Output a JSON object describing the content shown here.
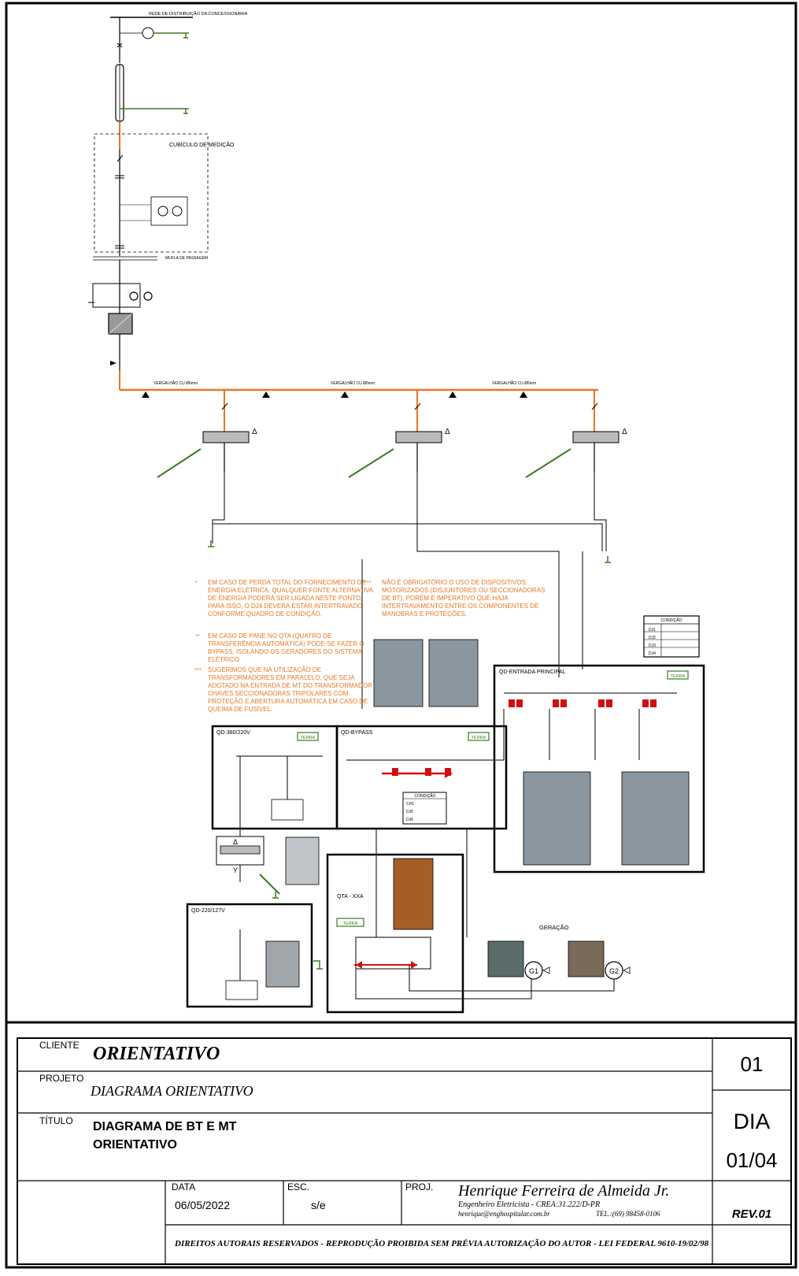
{
  "diagram": {
    "top_label": "REDE DE DISTRIBUIÇÃO DA CONCESSIONÁRIA",
    "cubicle_label": "CUBÍCULO DE MEDIÇÃO",
    "muffle_label": "MUFLA DE PASSAGEM",
    "busbar_label_1": "VERGALHÃO CU Ø6mm",
    "busbar_label_2": "VERGALHÃO CU Ø6mm",
    "busbar_label_3": "VERGALHÃO CU Ø6mm",
    "note_1_mark": "*",
    "note_1": "EM CASO DE PERDA TOTAL DO FORNECIMENTO DE ENERGIA ELÉTRICA, QUALQUER FONTE ALTERNATIVA DE ENERGIA PODERÁ SER LIGADA NESTE PONTO, PARA ISSO, O DJ4 DEVERÁ ESTAR INTERTRAVADO CONFORME QUADRO DE CONDIÇÃO.",
    "note_2_mark": "**",
    "note_2": "EM CASO DE PANE NO QTA (QUATRO DE TRANSFERÊNCIA AUTOMÁTICA) PODE-SE FAZER O BYPASS, ISOLANDO OS GERADORES DO SISTEMA ELÉTRICO",
    "note_3_mark": "***",
    "note_3": "SUGERIMOS QUE NA UTILIZAÇÃO DE TRANSFORMADORES EM PARALELO, QUE SEJA ADOTADO NA ENTRADA DE MT DO TRANSFORMADOR CHAVES SECCIONADORAS TRIPOLARES COM PROTEÇÃO E ABERTURA AUTOMÁTICA EM CASO DE QUEIMA DE FUSÍVEL.",
    "note_4_mark": "****",
    "note_4": "NÃO É OBRIGATÓRIO O USO DE DISPOSITIVOS MOTORIZADOS (DISJUNTORES OU SECCIONADORAS DE BT), PORÉM É IMPERATIVO QUE HAJA INTERTRAVAMENTO ENTRE OS COMPONENTES DE MANOBRAS E PROTEÇÕES.",
    "condition_title": "CONDIÇÃO",
    "condition_rows": [
      "DJ1",
      "DJ2",
      "DJ3",
      "DJ4"
    ],
    "condition_title_2": "CONDIÇÃO",
    "condition_rows_2": [
      "CH1",
      "DJ5",
      "DJ6"
    ],
    "panel_main": "QD-ENTRADA PRINCIPAL",
    "panel_380": "QD-380/220V",
    "panel_bypass": "QD-BYPASS",
    "panel_220": "QD-220/127V",
    "panel_qta": "QTA - XXA",
    "terra": "TERRA",
    "generation": "GERAÇÃO",
    "gen1": "G1",
    "gen2": "G2",
    "delta": "Δ",
    "wye": "Y"
  },
  "titleblock": {
    "client_label": "CLIENTE",
    "client": "ORIENTATIVO",
    "project_label": "PROJETO",
    "project": "DIAGRAMA ORIENTATIVO",
    "title_label": "TÍTULO",
    "title_line1": "DIAGRAMA DE BT E MT",
    "title_line2": "ORIENTATIVO",
    "date_label": "DATA",
    "date": "06/05/2022",
    "scale_label": "ESC.",
    "scale": "s/e",
    "proj_label": "PROJ.",
    "author": "Henrique Ferreira de Almeida Jr.",
    "author_role": "Engenheiro Eletricista - CREA:31.222/D-PR",
    "author_email": "henrique@enghospitalar.com.br",
    "author_phone": "TEL.:(69) 98458-0106",
    "sheet_no": "01",
    "doc_type": "DIA",
    "page": "01/04",
    "rev": "REV.01",
    "copyright": "DIREITOS AUTORAIS RESERVADOS - REPRODUÇÃO PROIBIDA SEM PRÉVIA AUTORIZAÇÃO DO AUTOR - LEI FEDERAL 9610-19/02/98"
  },
  "colors": {
    "orange": "#e87722",
    "green": "#3a7d1e",
    "red": "#d01010"
  }
}
